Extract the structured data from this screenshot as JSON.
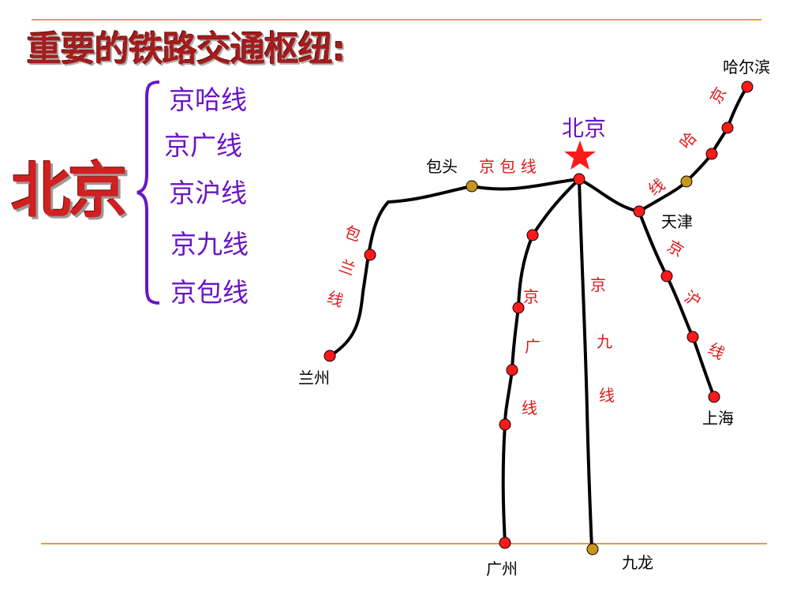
{
  "title": "重要的铁路交通枢纽:",
  "hub": "北京",
  "lines": [
    "京哈线",
    "京广线",
    "京沪线",
    "京九线",
    "京包线"
  ],
  "map": {
    "capital_label": "北京",
    "cities": {
      "harbin": "哈尔滨",
      "tianjin": "天津",
      "shanghai": "上海",
      "baotou": "包头",
      "lanzhou": "兰州",
      "guangzhou": "广州",
      "jiulong": "九龙"
    },
    "route_labels": {
      "jingbao": "京 包 线",
      "baolan": [
        "包",
        "兰",
        "线"
      ],
      "jingha": [
        "京",
        "哈",
        "线"
      ],
      "jinghu": [
        "京",
        "沪",
        "线"
      ],
      "jingguang": [
        "京",
        "广",
        "线"
      ],
      "jingjiu": [
        "京",
        "九",
        "线"
      ]
    }
  },
  "colors": {
    "station_red": "#ff1a1a",
    "station_gold": "#c8961e",
    "rule": "#d9a441"
  }
}
